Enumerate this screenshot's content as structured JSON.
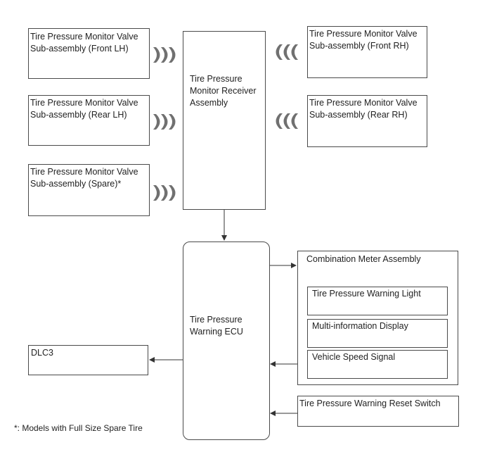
{
  "sensors": {
    "front_lh": "Tire Pressure Monitor Valve\nSub-assembly (Front LH)",
    "rear_lh": "Tire Pressure Monitor Valve\nSub-assembly (Rear LH)",
    "spare": "Tire Pressure Monitor Valve\nSub-assembly (Spare)*",
    "front_rh": "Tire Pressure Monitor Valve\nSub-assembly (Front RH)",
    "rear_rh": "Tire Pressure Monitor Valve\nSub-assembly (Rear RH)"
  },
  "receiver": "Tire Pressure\nMonitor Receiver\nAssembly",
  "ecu": "Tire Pressure\nWarning ECU",
  "dlc3": "DLC3",
  "meter": {
    "title": "Combination Meter Assembly",
    "warning_light": "Tire Pressure Warning Light",
    "multi_display": "Multi-information Display",
    "speed_signal": "Vehicle Speed Signal"
  },
  "reset_switch": "Tire Pressure Warning Reset Switch",
  "footnote": "*: Models with Full Size Spare Tire",
  "colors": {
    "line": "#4a4a4a",
    "wave": "#707070"
  }
}
